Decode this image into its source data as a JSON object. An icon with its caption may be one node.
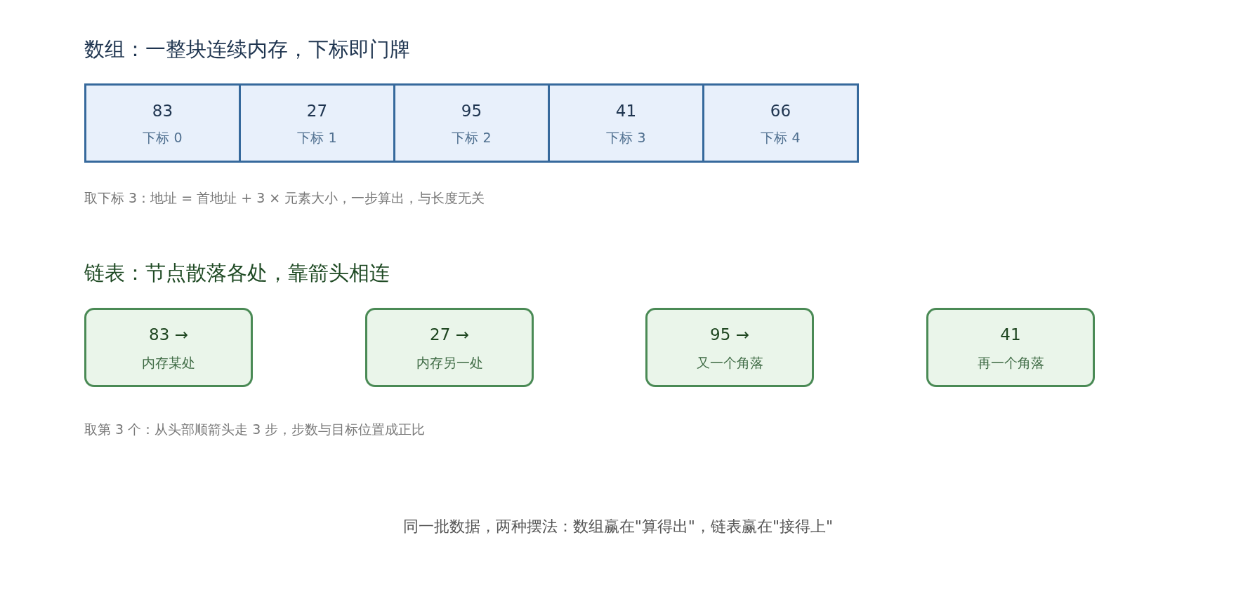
{
  "diagram": {
    "nodes": [
      {
        "text": [
          "83",
          "下标 0"
        ]
      },
      {
        "text": [
          "27",
          "下标 1"
        ]
      },
      {
        "text": [
          "95",
          "下标 2"
        ]
      },
      {
        "text": [
          "41",
          "下标 3"
        ]
      },
      {
        "text": [
          "66",
          "下标 4"
        ]
      },
      {
        "text": [
          "83 →",
          "内存某处"
        ]
      },
      {
        "text": [
          "27 →",
          "内存另一处"
        ]
      },
      {
        "text": [
          "95 →",
          "又一个角落"
        ]
      },
      {
        "text": [
          "41",
          "再一个角落"
        ]
      }
    ],
    "labels": [
      "数组：一整块连续内存，下标即门牌",
      "取下标 3：地址 = 首地址 + 3 × 元素大小，一步算出，与长度无关",
      "链表：节点散落各处，靠箭头相连",
      "取第 3 个：从头部顺箭头走 3 步，步数与目标位置成正比"
    ],
    "caption": "同一批数据，两种摆法：数组赢在\"算得出\"，链表赢在\"接得上\""
  }
}
